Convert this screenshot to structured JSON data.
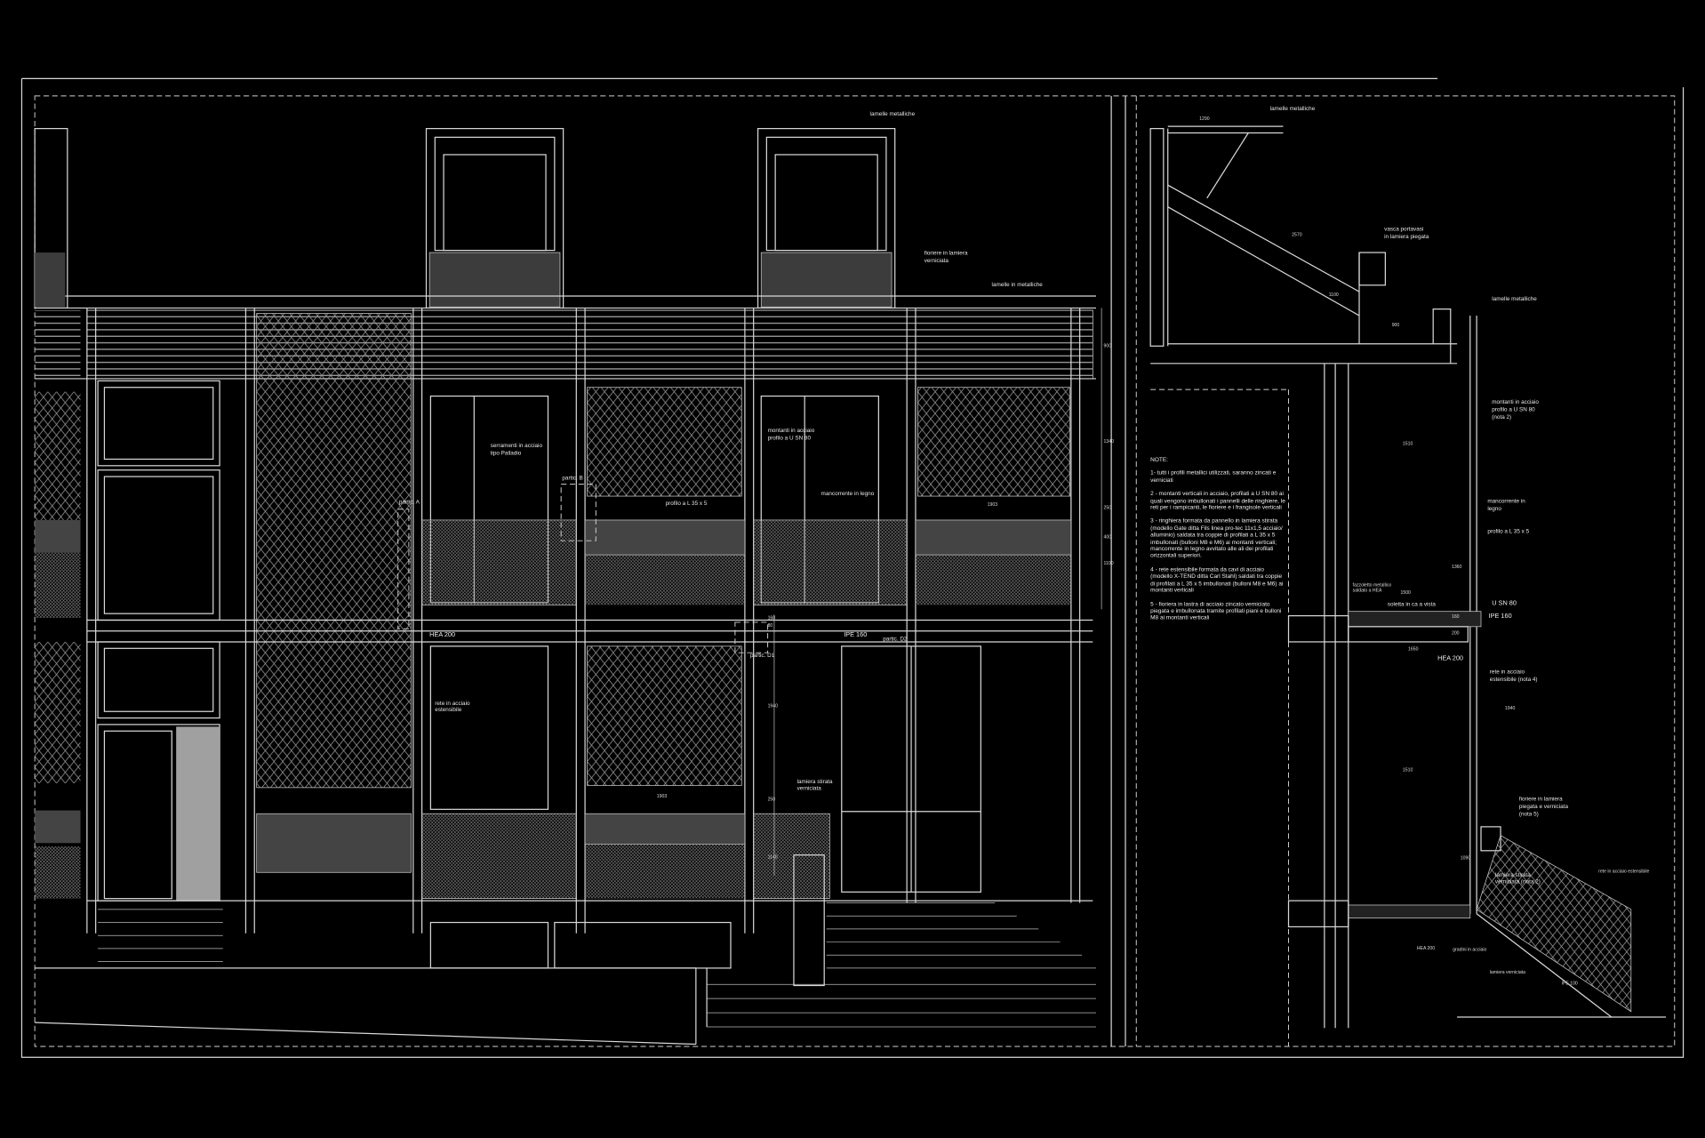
{
  "facade": {
    "labels": [
      "lamelle metalliche",
      "fioriere in lamiera",
      "verniciata",
      "lamelle in metalliche",
      "serramenti in acciaio",
      "tipo Palladio",
      "partic. A",
      "partic. B",
      "montanti in acciaio",
      "profilo a U SN 80",
      "profilo a L 35 x 5",
      "mancorrente in legno",
      "HEA 200",
      "IPE 160",
      "partic. D2",
      "partic. D1",
      "rete in acciaio",
      "estensibile",
      "lamiera stirata",
      "verniciata"
    ],
    "dims": [
      "900",
      "1340",
      "250",
      "400",
      "1100",
      "1903",
      "160",
      "80",
      "1940",
      "1903",
      "250",
      "1140"
    ]
  },
  "section": {
    "labels": [
      "lamelle metalliche",
      "vasca portavasi",
      "in lamiera piegata",
      "lamelle metalliche",
      "montanti in acciaio",
      "profilo a U SN 80",
      "(nota 2)",
      "mancorrente in",
      "legno",
      "profilo a L 35 x 5",
      "fazzoletto metallico",
      "saldato a HEA",
      "soletta in ca a vista",
      "U SN 80",
      "IPE 160",
      "HEA 200",
      "rete in acciaio",
      "estensibile (nota 4)",
      "fioriere in lamiera",
      "piegata e verniciata",
      "(nota 5)",
      "lamiera stirata",
      "verniciata (nota 2)",
      "rete in acciaio estensibile",
      "HEA 200",
      "gradini in acciaio",
      "lamiera verniciata",
      "IPE 100"
    ],
    "dims": [
      "1290",
      "2570",
      "1100",
      "900",
      "1510",
      "1360",
      "1500",
      "160",
      "200",
      "1650",
      "1940",
      "1510",
      "1090"
    ]
  },
  "notes": {
    "title": "NOTE:",
    "items": [
      "1- tutti i profili metallici utilizzati, saranno zincati e verniciati",
      "2 - montanti verticali in acciaio, profilati a U SN 80 ai quali vengono imbullonati i pannelli delle ringhiere, le reti per i rampicanti, le fioriere e i frangisole verticali",
      "3 - ringhiera formata da pannello in lamiera stirata (modello Gate ditta Fils linea pro-tec 11x1,5 acciaio/ alluminio) saldata tra coppie di profilati a L 35 x 5 imbullonati (bulloni M8 e M6) ai montanti verticali; mancorrente in legno avvitato alle ali dei profilati orizzontali superiori.",
      "4 - rete estensibile formata da cavi di acciaio (modello X-TEND ditta Carl Stahl) saldati tra coppie di profilati a L 35 x 5 imbullonati (bulloni M8 e M6) ai montanti verticali",
      "5 - fioriera in lastra di acciaio zincato verniciato piegata e imbullonata tramite profilati piani e bulloni M8 ai montanti verticali"
    ]
  }
}
